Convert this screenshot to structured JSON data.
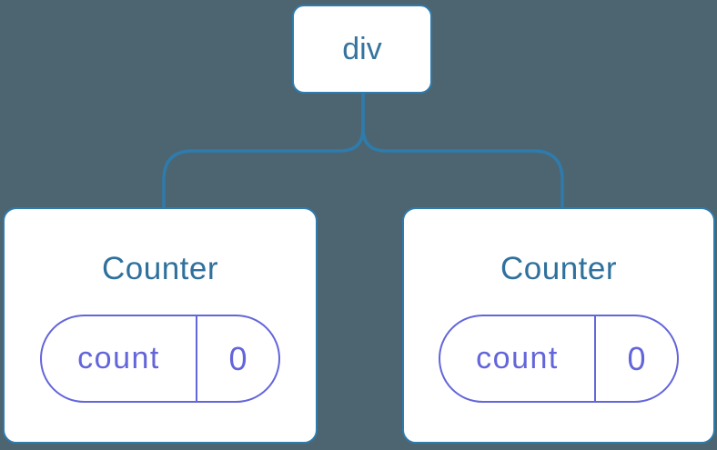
{
  "diagram": {
    "description": "Component tree: a div root element with two Counter child components, each holding a count state of 0",
    "root": {
      "label": "div"
    },
    "children": [
      {
        "title": "Counter",
        "state": {
          "name": "count",
          "value": "0"
        }
      },
      {
        "title": "Counter",
        "state": {
          "name": "count",
          "value": "0"
        }
      }
    ]
  },
  "colors": {
    "background": "#4C6571",
    "node_fill": "#FFFFFF",
    "line_blue": "#2F7BAC",
    "root_label_blue": "#35749F",
    "title_blue": "#2F719C",
    "state_purple": "#6365DA"
  }
}
